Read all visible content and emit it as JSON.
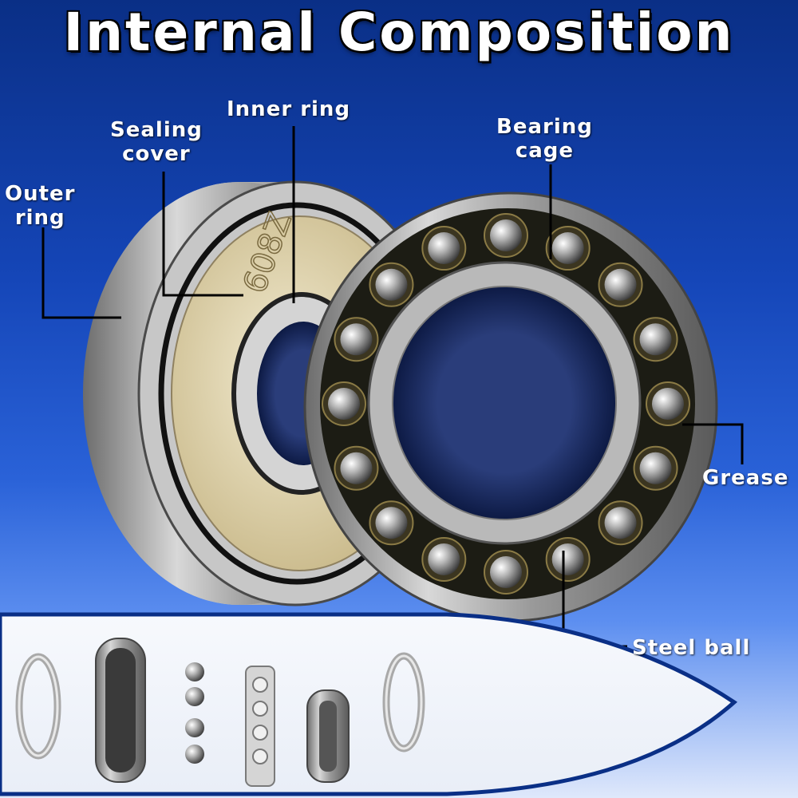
{
  "title": "Internal Composition",
  "labels": {
    "outer_ring": [
      "Outer",
      "ring"
    ],
    "sealing_cover": [
      "Sealing",
      "cover"
    ],
    "inner_ring": "Inner ring",
    "bearing_cage": [
      "Bearing",
      "cage"
    ],
    "grease": "Grease",
    "steel_ball": "Steel ball",
    "stamp_text": "608Z"
  },
  "colors": {
    "background_top": "#0a2f86",
    "background_bottom": "#dfe8fb",
    "label_text": "#ffffff",
    "leader_line": "#000000",
    "panel_border": "#0a2f86"
  }
}
